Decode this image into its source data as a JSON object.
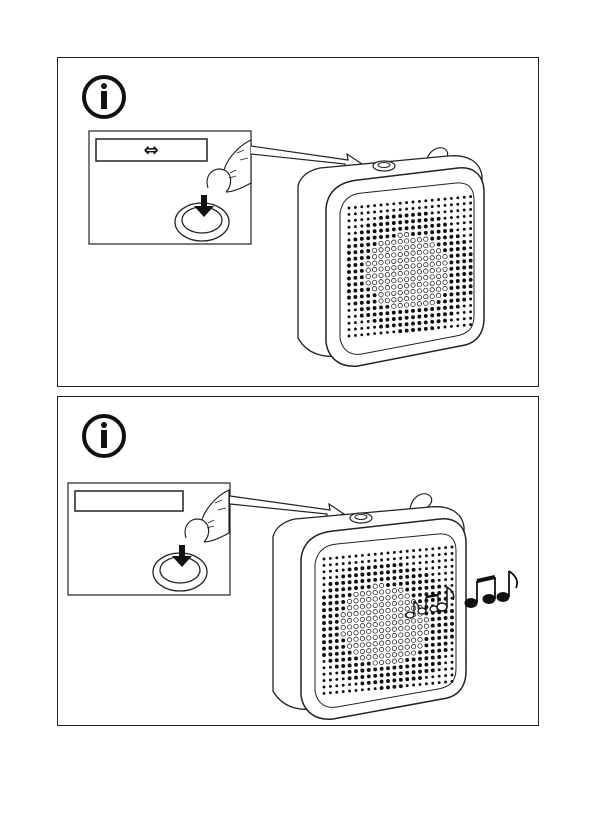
{
  "panels": [
    {
      "id": "step-1",
      "info_icon": "info-icon",
      "inset_label": "⇔",
      "action": "press-button",
      "device": "speaker",
      "sound_output": false
    },
    {
      "id": "step-2",
      "info_icon": "info-icon",
      "inset_label": "",
      "action": "press-button",
      "device": "speaker",
      "sound_output": true
    }
  ],
  "colors": {
    "line": "#222222",
    "background": "#ffffff"
  }
}
